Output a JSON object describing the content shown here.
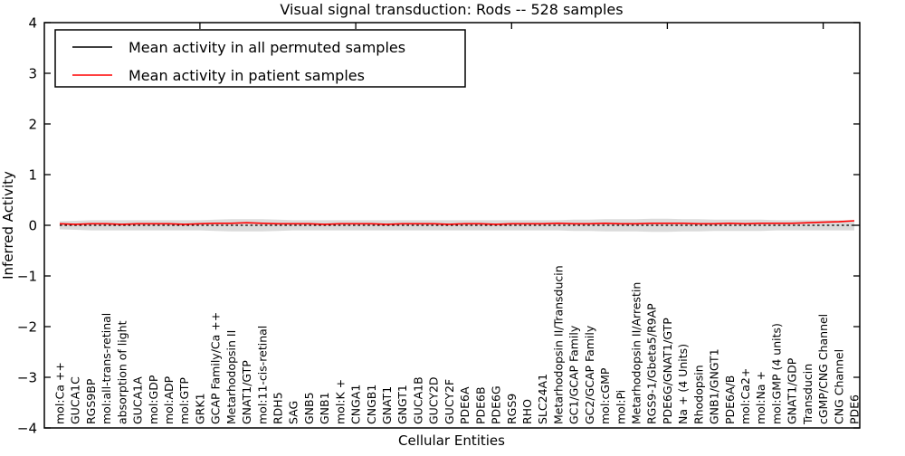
{
  "chart_data": {
    "type": "line",
    "title": "Visual signal transduction: Rods -- 528 samples",
    "xlabel": "Cellular Entities",
    "ylabel": "Inferred Activity",
    "ylim": [
      -4,
      4
    ],
    "yticks": [
      4,
      3,
      2,
      1,
      0,
      -1,
      -2,
      -3,
      -4
    ],
    "ytick_labels": [
      "4",
      "3",
      "2",
      "1",
      "0",
      "−1",
      "−2",
      "−3",
      "−4"
    ],
    "grid": false,
    "legend_position": "upper left",
    "categories": [
      "mol:Ca ++",
      "GUCA1C",
      "RGS9BP",
      "mol:all-trans-retinal",
      "absorption of light",
      "GUCA1A",
      "mol:GDP",
      "mol:ADP",
      "mol:GTP",
      "GRK1",
      "GCAP Family/Ca ++",
      "Metarhodopsin II",
      "GNAT1/GTP",
      "mol:11-cis-retinal",
      "RDH5",
      "SAG",
      "GNB5",
      "GNB1",
      "mol:K +",
      "CNGA1",
      "CNGB1",
      "GNAT1",
      "GNGT1",
      "GUCA1B",
      "GUCY2D",
      "GUCY2F",
      "PDE6A",
      "PDE6B",
      "PDE6G",
      "RGS9",
      "RHO",
      "SLC24A1",
      "Metarhodopsin II/Transducin",
      "GC1/GCAP Family",
      "GC2/GCAP Family",
      "mol:cGMP",
      "mol:Pi",
      "Metarhodopsin II/Arrestin",
      "RGS9-1/Gbeta5/R9AP",
      "PDE6G/GNAT1/GTP",
      "Na + (4 Units)",
      "Rhodopsin",
      "GNB1/GNGT1",
      "PDE6A/B",
      "mol:Ca2+",
      "mol:Na +",
      "mol:GMP (4 units)",
      "GNAT1/GDP",
      "Transducin",
      "cGMP/CNG Channel",
      "CNG Channel",
      "PDE6"
    ],
    "series": [
      {
        "name": "Mean activity in all permuted samples",
        "color": "#000000",
        "values": [
          0,
          0,
          0,
          0,
          0,
          0,
          0,
          0,
          0,
          0,
          0,
          0,
          0,
          0,
          0,
          0,
          0,
          0,
          0,
          0,
          0,
          0,
          0,
          0,
          0,
          0,
          0,
          0,
          0,
          0,
          0,
          0,
          0,
          0,
          0,
          0,
          0,
          0,
          0,
          0,
          0,
          0,
          0,
          0,
          0,
          0,
          0,
          0,
          0,
          0,
          0,
          0
        ]
      },
      {
        "name": "Mean activity in patient samples",
        "color": "#ff0000",
        "values": [
          0.03,
          0.02,
          0.03,
          0.03,
          0.02,
          0.03,
          0.03,
          0.03,
          0.02,
          0.03,
          0.04,
          0.04,
          0.05,
          0.04,
          0.03,
          0.03,
          0.03,
          0.02,
          0.03,
          0.03,
          0.03,
          0.02,
          0.03,
          0.03,
          0.03,
          0.02,
          0.03,
          0.03,
          0.02,
          0.03,
          0.03,
          0.03,
          0.04,
          0.03,
          0.03,
          0.04,
          0.03,
          0.03,
          0.04,
          0.04,
          0.04,
          0.03,
          0.03,
          0.04,
          0.03,
          0.04,
          0.04,
          0.04,
          0.05,
          0.06,
          0.07,
          0.09
        ]
      }
    ],
    "band": {
      "name": "spread of permuted sample activity",
      "color": "#d9d9d9",
      "halfwidth": [
        0.08,
        0.09,
        0.1,
        0.1,
        0.1,
        0.1,
        0.1,
        0.1,
        0.1,
        0.1,
        0.11,
        0.12,
        0.12,
        0.12,
        0.11,
        0.1,
        0.1,
        0.1,
        0.1,
        0.1,
        0.1,
        0.1,
        0.1,
        0.1,
        0.1,
        0.1,
        0.1,
        0.1,
        0.1,
        0.1,
        0.1,
        0.1,
        0.1,
        0.11,
        0.11,
        0.12,
        0.12,
        0.12,
        0.13,
        0.13,
        0.12,
        0.12,
        0.11,
        0.11,
        0.11,
        0.11,
        0.1,
        0.1,
        0.1,
        0.1,
        0.1,
        0.1
      ]
    }
  }
}
